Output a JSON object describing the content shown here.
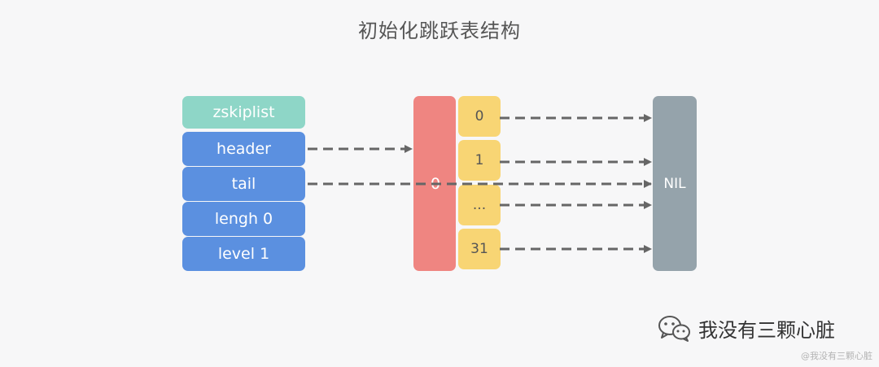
{
  "title": "初始化跳跃表结构",
  "zskiplist": {
    "name": "zskiplist",
    "fields": [
      "header",
      "tail",
      "lengh 0",
      "level 1"
    ]
  },
  "header_node": {
    "label": "0"
  },
  "levels": [
    "0",
    "1",
    "...",
    "31"
  ],
  "nil_label": "NIL",
  "brand": {
    "name": "我没有三颗心脏",
    "icon": "wechat-icon"
  },
  "watermark": "@我没有三颗心脏",
  "colors": {
    "struct_header": "#8ed6c7",
    "field": "#5b90e0",
    "header_node": "#ef8581",
    "level": "#f8d574",
    "nil": "#95a3ab",
    "arrow": "#666666"
  }
}
